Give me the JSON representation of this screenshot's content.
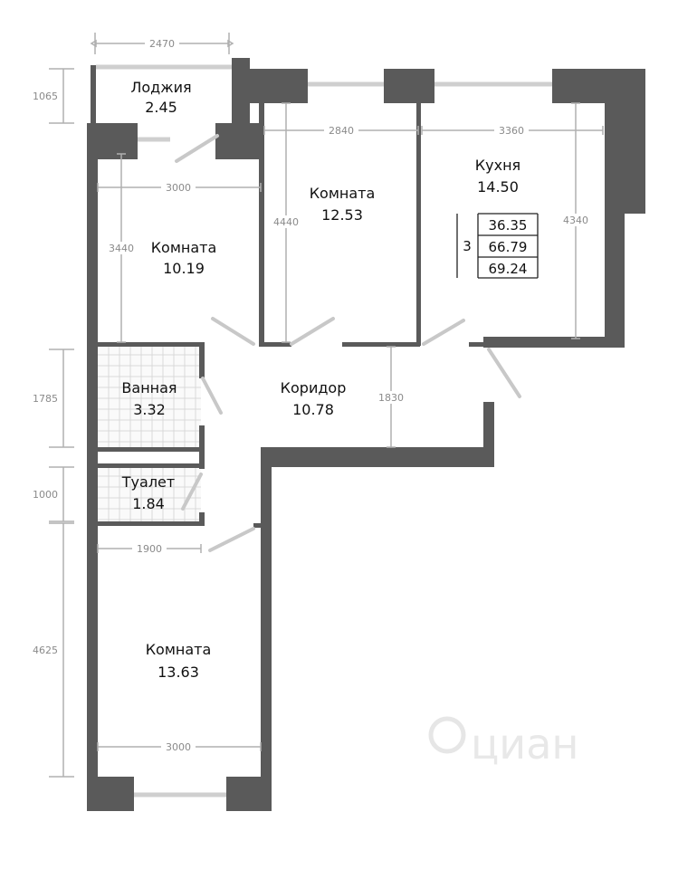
{
  "rooms": {
    "loggia": {
      "name": "Лоджия",
      "area": "2.45"
    },
    "room_top_left": {
      "name": "Комната",
      "area": "10.19"
    },
    "room_middle": {
      "name": "Комната",
      "area": "12.53"
    },
    "kitchen": {
      "name": "Кухня",
      "area": "14.50"
    },
    "bathroom": {
      "name": "Ванная",
      "area": "3.32"
    },
    "toilet": {
      "name": "Туалет",
      "area": "1.84"
    },
    "corridor": {
      "name": "Коридор",
      "area": "10.78"
    },
    "room_bottom": {
      "name": "Комната",
      "area": "13.63"
    }
  },
  "summary": {
    "rooms_count": "3",
    "living_area": "36.35",
    "total_area": "66.79",
    "total_with_loggia": "69.24"
  },
  "dimensions": {
    "loggia_width": "2470",
    "loggia_depth": "1065",
    "room_top_left_width": "3000",
    "room_top_left_depth": "3440",
    "room_middle_width": "2840",
    "room_middle_depth": "4440",
    "kitchen_width": "3360",
    "kitchen_depth": "4340",
    "bathroom_depth": "1785",
    "corridor_depth": "1830",
    "toilet_depth": "1000",
    "toilet_width": "1900",
    "room_bottom_depth": "4625",
    "room_bottom_width": "3000"
  },
  "watermark": {
    "text": "циан"
  }
}
